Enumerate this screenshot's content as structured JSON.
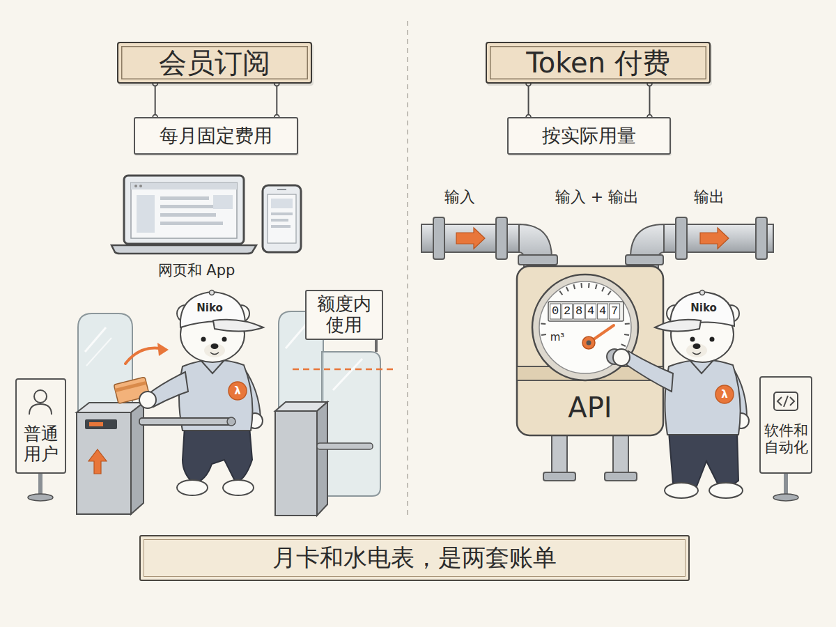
{
  "diagram": {
    "caption": "月卡和水电表，是两套账单",
    "nodes": [
      {
        "text": [
          "会员订阅"
        ]
      },
      {
        "text": [
          "每月固定费用"
        ]
      },
      {
        "text": [
          "额度内 使用"
        ]
      },
      {
        "text": [
          "普通 用户"
        ]
      },
      {
        "text": [
          "Token 付费"
        ]
      },
      {
        "text": [
          "按实际用量"
        ]
      },
      {
        "text": [
          "028447",
          "m³",
          "API"
        ]
      },
      {
        "text": [
          "软件和 自动化"
        ]
      }
    ],
    "edges": [
      {
        "from": 0,
        "to": 1,
        "arrow": "none"
      },
      {
        "from": 0,
        "to": 1,
        "arrow": "none"
      },
      {
        "from": 4,
        "to": 5,
        "arrow": "none"
      },
      {
        "from": 4,
        "to": 5,
        "arrow": "none"
      }
    ],
    "labels": [
      "网页和 App",
      "Niko",
      "λ",
      "输入",
      "输入 + 输出",
      "输出",
      "Niko",
      "λ"
    ]
  }
}
